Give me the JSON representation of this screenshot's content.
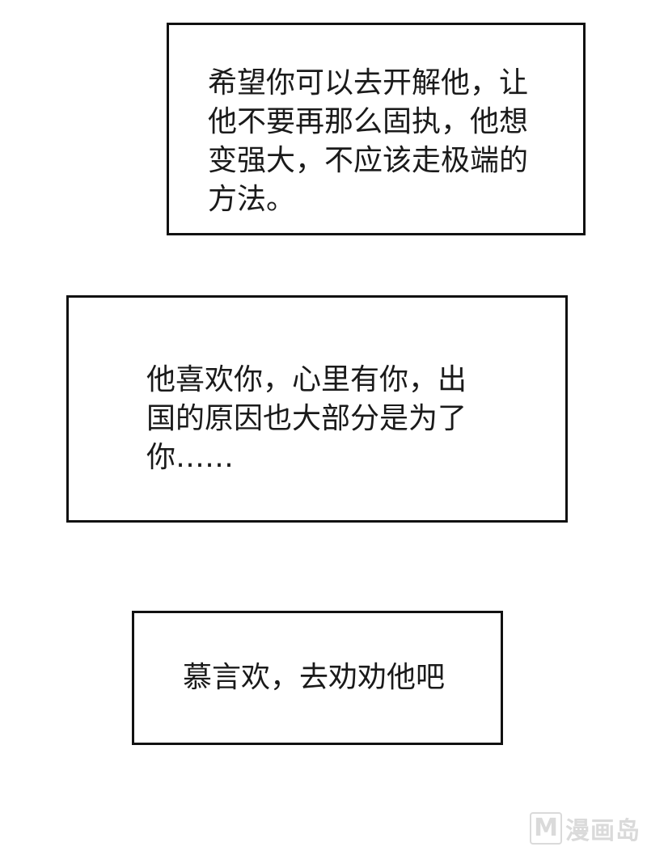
{
  "captions": [
    {
      "text": "希望你可以去开解他，让\n他不要再那么固执，他想\n变强大，不应该走极端的\n方法。"
    },
    {
      "text": "他喜欢你，心里有你，出\n国的原因也大部分是为了\n你……"
    },
    {
      "text": "慕言欢，去劝劝他吧"
    }
  ],
  "watermark": {
    "logo_letter": "M",
    "text": "漫画岛"
  }
}
